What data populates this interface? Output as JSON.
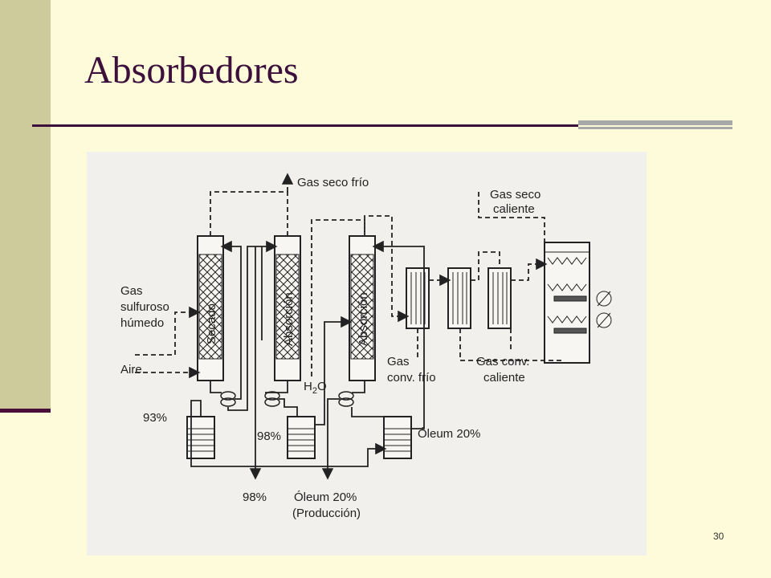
{
  "slide": {
    "title": "Absorbedores",
    "page_number": "30"
  },
  "diagram": {
    "labels": {
      "gas_seco_frio": "Gas seco frío",
      "gas_seco_caliente_1": "Gas seco",
      "gas_seco_caliente_2": "caliente",
      "gas_sulfuroso_1": "Gas",
      "gas_sulfuroso_2": "sulfuroso",
      "gas_sulfuroso_3": "húmedo",
      "aire": "Aire",
      "secado": "Secado",
      "absorcion_1": "Absorción",
      "absorcion_2": "Absorción",
      "gas_conv_frio_1": "Gas",
      "gas_conv_frio_2": "conv. frío",
      "gas_conv_caliente_1": "Gas conv.",
      "gas_conv_caliente_2": "caliente",
      "h2o_h": "H",
      "h2o_2": "2",
      "h2o_o": "O",
      "tank_93": "93%",
      "tank_98": "98%",
      "tank_oleum": "Óleum 20%",
      "out_98": "98%",
      "out_oleum_1": "Óleum 20%",
      "out_oleum_2": "(Producción)"
    }
  }
}
